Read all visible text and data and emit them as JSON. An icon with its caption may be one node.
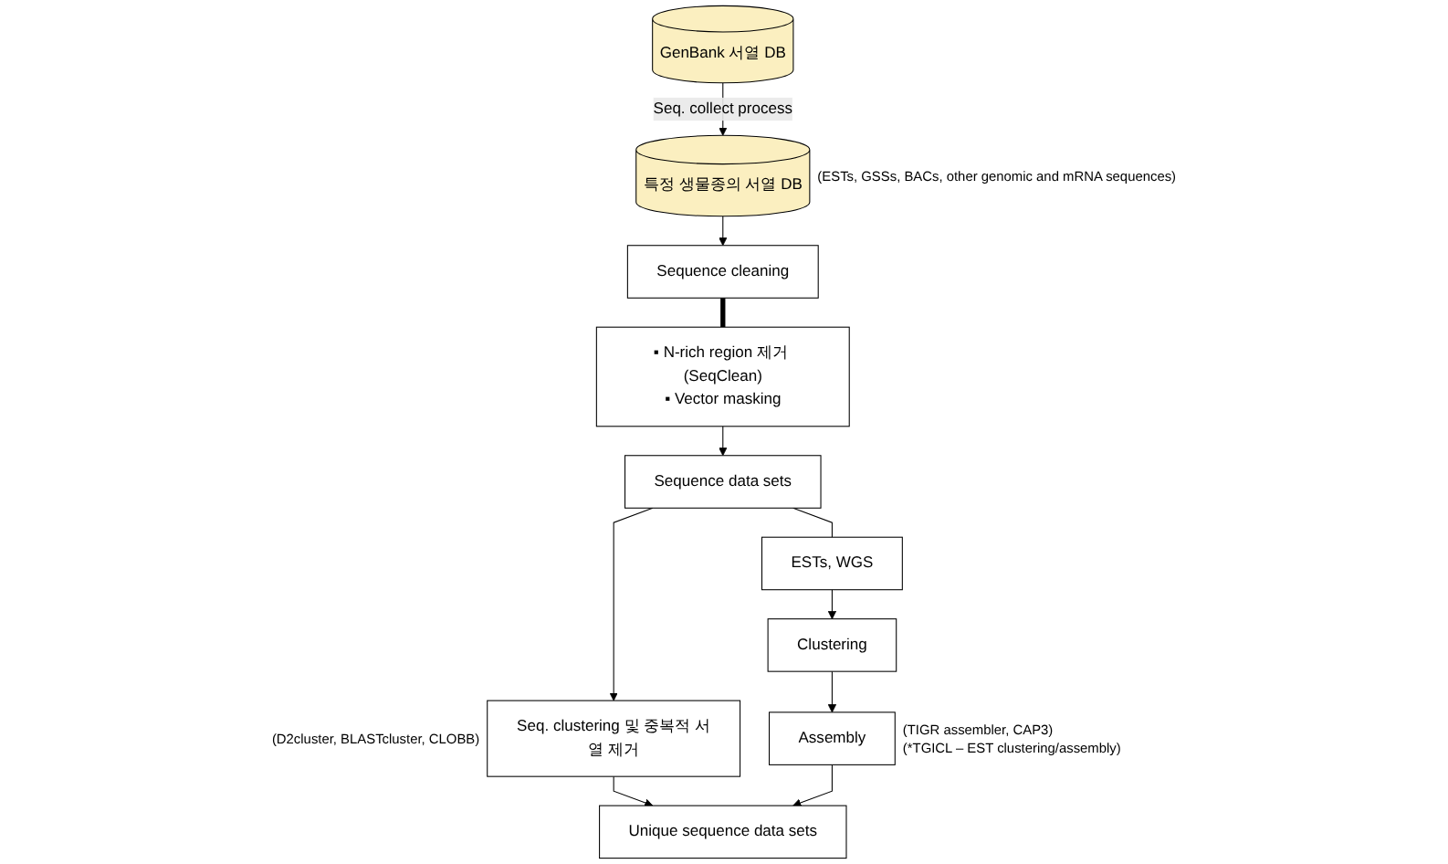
{
  "diagram": {
    "nodes": [
      {
        "text": [
          "GenBank 서열 DB"
        ]
      },
      {
        "text": [
          "특정 생물종의 서열 DB"
        ],
        "beside": [
          "(ESTs, GSSs, BACs, other genomic and mRNA sequences)"
        ]
      },
      {
        "text": [
          "Sequence cleaning"
        ]
      },
      {
        "text": [
          "▪ N-rich region 제거 (SeqClean)",
          "▪ Vector masking"
        ]
      },
      {
        "text": [
          "Sequence data sets"
        ]
      },
      {
        "text": [
          "ESTs, WGS"
        ]
      },
      {
        "text": [
          "Seq. clustering 및 중복적 서열 제거"
        ],
        "beside": [
          "(D2cluster, BLASTcluster, CLOBB)"
        ]
      },
      {
        "text": [
          "Clustering"
        ]
      },
      {
        "text": [
          "Assembly"
        ],
        "beside": [
          "(TIGR assembler, CAP3)",
          "(*TGICL – EST clustering/assembly)"
        ]
      },
      {
        "text": [
          "Unique sequence data sets"
        ]
      }
    ],
    "edges": [
      {
        "from": 0,
        "to": 1,
        "arrow": "to",
        "label": "Seq. collect process"
      },
      {
        "from": 1,
        "to": 2,
        "arrow": "to"
      },
      {
        "from": 2,
        "to": 3,
        "arrow": "none",
        "style": "thick"
      },
      {
        "from": 3,
        "to": 4,
        "arrow": "to"
      },
      {
        "from": 4,
        "to": 5,
        "arrow": "none"
      },
      {
        "from": 5,
        "to": 7,
        "arrow": "to"
      },
      {
        "from": 7,
        "to": 8,
        "arrow": "to"
      },
      {
        "from": 4,
        "to": 6,
        "arrow": "to"
      },
      {
        "from": 6,
        "to": 9,
        "arrow": "to"
      },
      {
        "from": 8,
        "to": 9,
        "arrow": "to"
      }
    ]
  }
}
